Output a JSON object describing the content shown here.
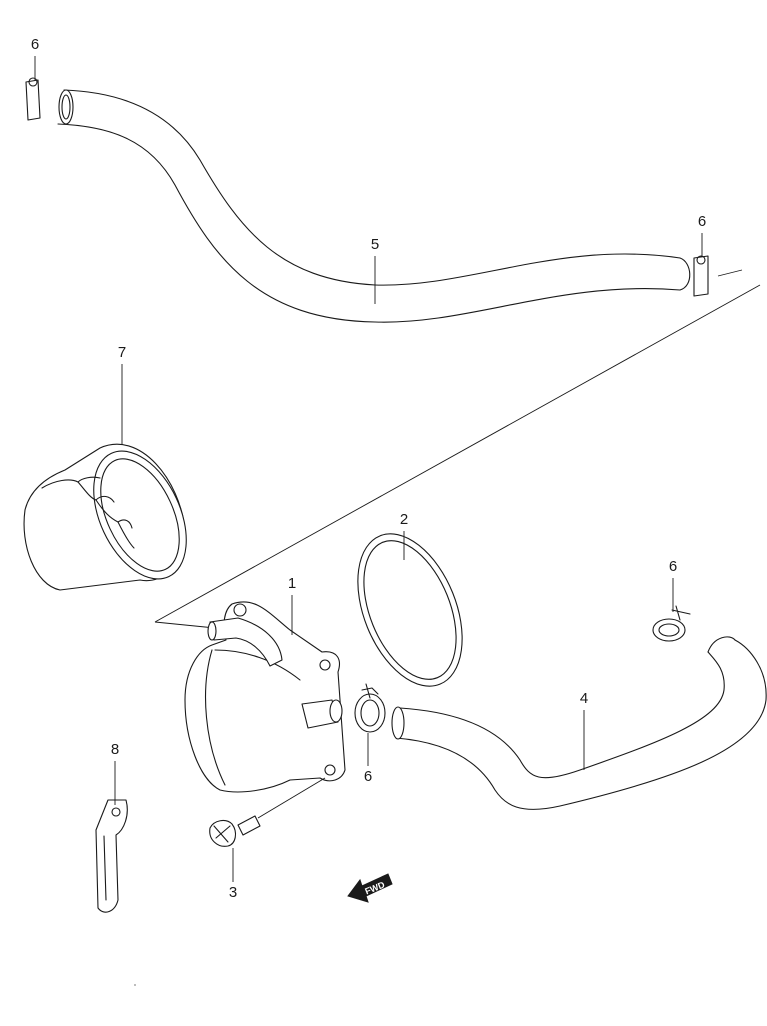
{
  "callouts": {
    "oil_cooler": "1",
    "o_ring": "2",
    "bolt": "3",
    "hose_lower": "4",
    "hose_upper": "5",
    "clamp": "6",
    "oil_filter": "7",
    "clip": "8"
  },
  "fwd_label": "FWD"
}
